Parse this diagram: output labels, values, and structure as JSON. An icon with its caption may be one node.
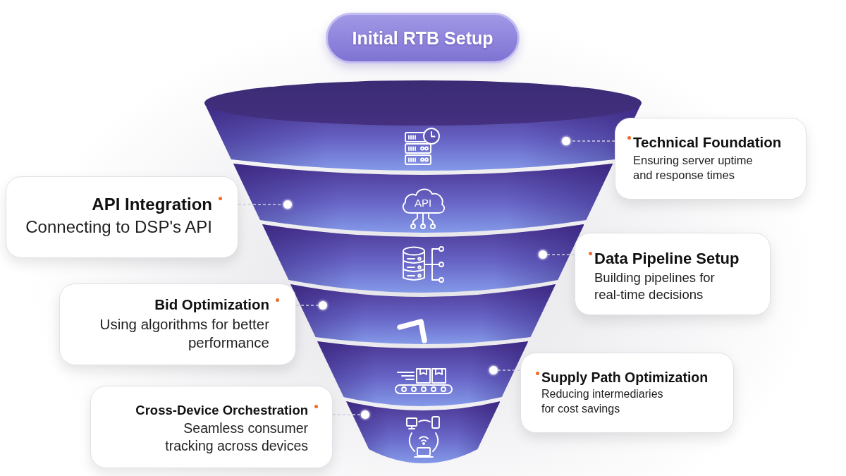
{
  "diagram": {
    "title": "Initial RTB Setup",
    "nodes": [
      {
        "text": [
          "Technical Foundation",
          "Ensuring server uptime and response times"
        ]
      },
      {
        "text": [
          "API Integration",
          "Connecting to DSP's API"
        ]
      },
      {
        "text": [
          "Data Pipeline Setup",
          "Building pipelines for real-time decisions"
        ]
      },
      {
        "text": [
          "Bid Optimization",
          "Using algorithms for better performance"
        ]
      },
      {
        "text": [
          "Supply Path Optimization",
          "Reducing intermediaries for cost savings"
        ]
      },
      {
        "text": [
          "Cross-Device Orchestration",
          "Seamless consumer tracking across devices"
        ]
      },
      {
        "text": [],
        "shape": "band"
      },
      {
        "text": [],
        "shape": "band"
      },
      {
        "text": [],
        "shape": "band"
      },
      {
        "text": [],
        "shape": "band"
      },
      {
        "text": [],
        "shape": "band"
      },
      {
        "text": [],
        "shape": "band"
      },
      {
        "text": [],
        "shape": "circle",
        "in": 6
      },
      {
        "text": [],
        "shape": "circle",
        "in": 7
      },
      {
        "text": [],
        "shape": "circle",
        "in": 8
      },
      {
        "text": [],
        "shape": "circle",
        "in": 9
      },
      {
        "text": [],
        "shape": "circle",
        "in": 10
      },
      {
        "text": [],
        "shape": "circle",
        "in": 11
      }
    ],
    "edges": [
      {
        "from": 0,
        "to": 12,
        "arrow": "none",
        "style": "dashed"
      },
      {
        "from": 1,
        "to": 13,
        "arrow": "none",
        "style": "dashed"
      },
      {
        "from": 2,
        "to": 14,
        "arrow": "none",
        "style": "dashed"
      },
      {
        "from": 3,
        "to": 15,
        "arrow": "none",
        "style": "dashed"
      },
      {
        "from": 4,
        "to": 16,
        "arrow": "none",
        "style": "dashed"
      },
      {
        "from": 5,
        "to": 17,
        "arrow": "none",
        "style": "dashed"
      }
    ],
    "labels": [
      "API"
    ]
  }
}
